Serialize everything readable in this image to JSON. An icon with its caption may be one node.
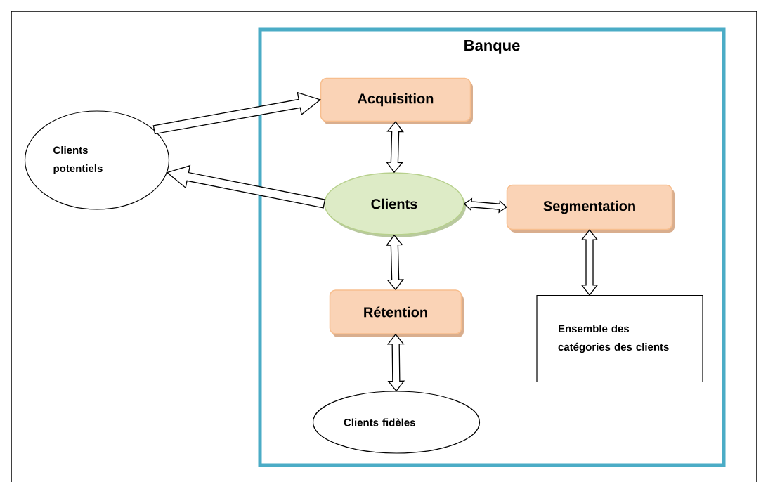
{
  "diagram": {
    "nodes": [
      {
        "text": [
          "Banque"
        ]
      },
      {
        "text": [
          "Clients potentiels"
        ]
      },
      {
        "text": [
          "Acquisition"
        ],
        "in": 0
      },
      {
        "text": [
          "Clients"
        ],
        "in": 0
      },
      {
        "text": [
          "Segmentation"
        ],
        "in": 0
      },
      {
        "text": [
          "Rétention"
        ],
        "in": 0
      },
      {
        "text": [
          "Ensemble des catégories des clients"
        ],
        "in": 0
      },
      {
        "text": [
          "Clients fidèles"
        ],
        "in": 0
      }
    ],
    "edges": [
      {
        "from": 1,
        "to": 2,
        "arrow": "to"
      },
      {
        "from": 3,
        "to": 1,
        "arrow": "to"
      },
      {
        "from": 2,
        "to": 3,
        "arrow": "both"
      },
      {
        "from": 3,
        "to": 4,
        "arrow": "both"
      },
      {
        "from": 3,
        "to": 5,
        "arrow": "both"
      },
      {
        "from": 4,
        "to": 6,
        "arrow": "both"
      },
      {
        "from": 5,
        "to": 7,
        "arrow": "both"
      }
    ]
  }
}
